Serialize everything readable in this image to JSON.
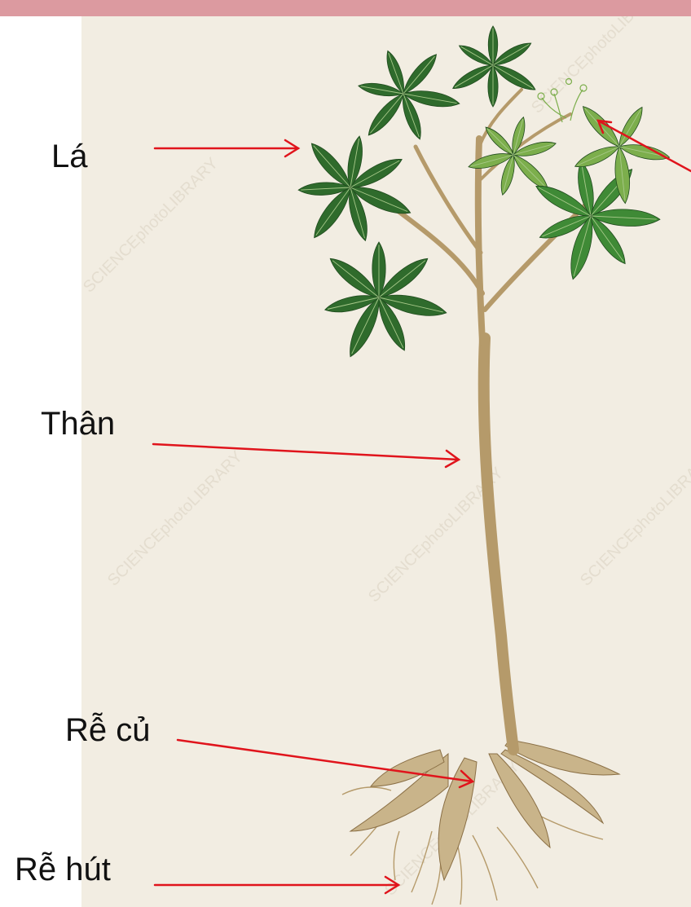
{
  "colors": {
    "top_band": "#dc9aa0",
    "paper": "#f2ede2",
    "leaf_dark": "#2f6b2c",
    "leaf_mid": "#3f8a36",
    "leaf_light": "#7cae4c",
    "stem": "#b59a6a",
    "tuber": "#c9b48a",
    "arrow": "#e0141c",
    "watermark": "#d8cfc0"
  },
  "labels": {
    "leaf": "Lá",
    "stem": "Thân",
    "tuber_root": "Rễ củ",
    "absorbing_root": "Rễ hút"
  },
  "watermark": "SCIENCEphotoLIBRARY"
}
